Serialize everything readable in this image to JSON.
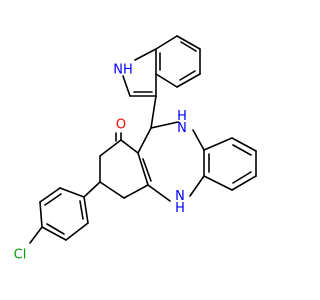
{
  "molecule": {
    "atoms": {
      "nh_indole": "NH",
      "oxygen": "O",
      "nh_top": "H\nN",
      "nh_bottom": "N\nH",
      "chlorine": "Cl"
    },
    "colors": {
      "nitrogen": "#0000ff",
      "oxygen": "#ff0000",
      "chlorine": "#00a000",
      "bond": "#000000"
    }
  }
}
